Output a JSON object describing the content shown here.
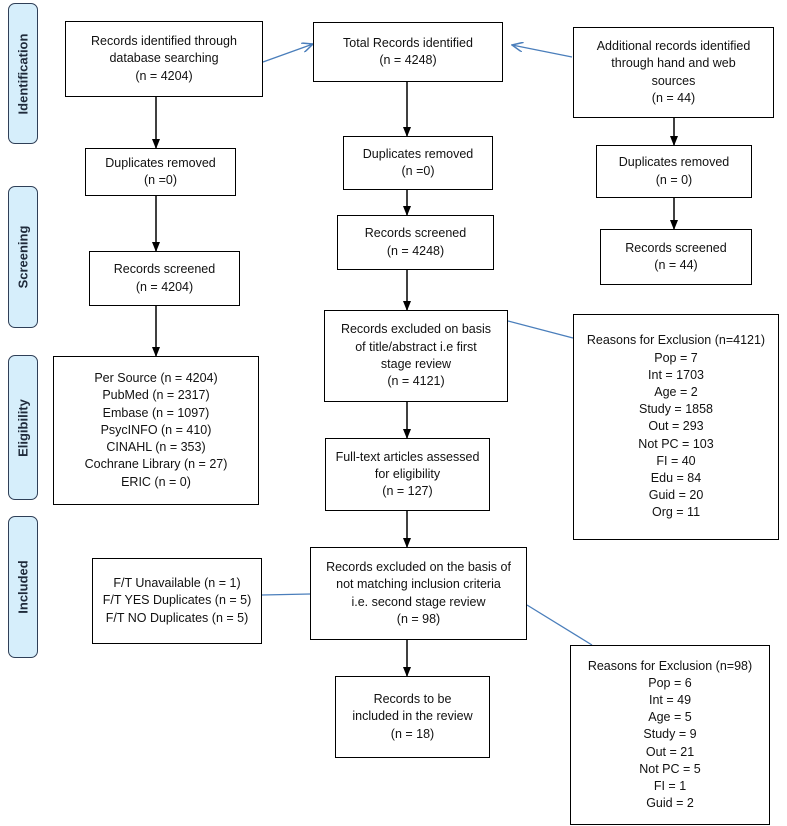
{
  "stages": {
    "identification": "Identification",
    "screening": "Screening",
    "eligibility": "Eligibility",
    "included": "Included"
  },
  "left": {
    "records_db": [
      "Records identified through",
      "database searching",
      "(n = 4204)"
    ],
    "duplicates": [
      "Duplicates removed",
      "(n =0)"
    ],
    "screened": [
      "Records screened",
      "(n = 4204)"
    ],
    "per_source": [
      "Per Source (n = 4204)",
      "PubMed (n = 2317)",
      "Embase (n = 1097)",
      "PsycINFO (n = 410)",
      "CINAHL (n = 353)",
      "Cochrane Library (n = 27)",
      "ERIC (n = 0)"
    ],
    "fulltext_issues": [
      "F/T Unavailable (n = 1)",
      "F/T YES Duplicates (n = 5)",
      "F/T NO Duplicates (n = 5)"
    ]
  },
  "center": {
    "total": [
      "Total Records identified",
      "(n = 4248)"
    ],
    "duplicates": [
      "Duplicates removed",
      "(n =0)"
    ],
    "screened": [
      "Records screened",
      "(n = 4248)"
    ],
    "excluded_first": [
      "Records excluded on basis",
      "of title/abstract i.e first",
      "stage review",
      "(n = 4121)"
    ],
    "fulltext": [
      "Full-text articles assessed",
      "for eligibility",
      "(n = 127)"
    ],
    "excluded_second": [
      "Records excluded on the basis of",
      "not matching inclusion criteria",
      "i.e. second stage review",
      "(n = 98)"
    ],
    "included": [
      "Records to be",
      "included in the review",
      "(n = 18)"
    ]
  },
  "right": {
    "additional": [
      "Additional records identified",
      "through hand and web",
      "sources",
      "(n = 44)"
    ],
    "duplicates": [
      "Duplicates removed",
      "(n = 0)"
    ],
    "screened": [
      "Records screened",
      "(n = 44)"
    ],
    "reasons_first": [
      "Reasons for Exclusion (n=4121)",
      "Pop = 7",
      "Int = 1703",
      "Age = 2",
      "Study = 1858",
      "Out = 293",
      "Not PC = 103",
      "FI = 40",
      "Edu = 84",
      "Guid = 20",
      "Org = 11"
    ],
    "reasons_second": [
      "Reasons for Exclusion (n=98)",
      "Pop = 6",
      "Int = 49",
      "Age = 5",
      "Study = 9",
      "Out = 21",
      "Not PC = 5",
      "FI = 1",
      "Guid = 2"
    ]
  },
  "colors": {
    "stage_fill": "#d6eefb",
    "stage_border": "#2f3f57",
    "arrow_black": "#000000",
    "connector_blue": "#4a7ebb"
  }
}
